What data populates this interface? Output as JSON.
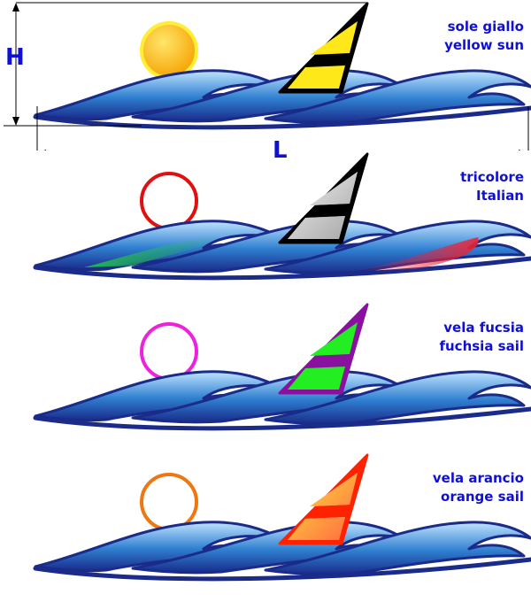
{
  "dimensions": {
    "height_letter": "H",
    "length_letter": "L"
  },
  "variants": [
    {
      "line1": "sole giallo",
      "line2": "yellow sun",
      "sun": "filled",
      "sun_color": "#f5a000",
      "sun_ring": "#ffee33",
      "sail_color": "#ffe81a",
      "sail_outline": "#000000",
      "sail_light": "#ffe81a",
      "sail_dark": "#ffd000",
      "wave_tint": null
    },
    {
      "line1": "tricolore",
      "line2": "Italian",
      "sun": "ring",
      "sun_color": "#e01010",
      "sail_color": "#c8c8c8",
      "sail_outline": "#000000",
      "sail_light": "#ffffff",
      "sail_dark": "#999999",
      "wave_tint": [
        "#22cc44",
        "#ee2233"
      ]
    },
    {
      "line1": "vela fucsia",
      "line2": "fuchsia sail",
      "sun": "ring",
      "sun_color": "#ee22dd",
      "sail_color": "#22ee22",
      "sail_outline": "#8a10a0",
      "sail_light": "#cc33dd",
      "sail_dark": "#5a0870",
      "wave_tint": null
    },
    {
      "line1": "vela arancio",
      "line2": "orange sail",
      "sun": "ring",
      "sun_color": "#ee7711",
      "sail_color": "#ffffff",
      "sail_outline": "#ff2200",
      "sail_light": "#ffdd00",
      "sail_dark": "#ff3300",
      "wave_tint": null
    }
  ],
  "colors": {
    "wave_dark": "#1a2b8a",
    "wave_mid": "#2f7fd0",
    "wave_light": "#bfe3ff",
    "label_blue": "#1010d0"
  }
}
